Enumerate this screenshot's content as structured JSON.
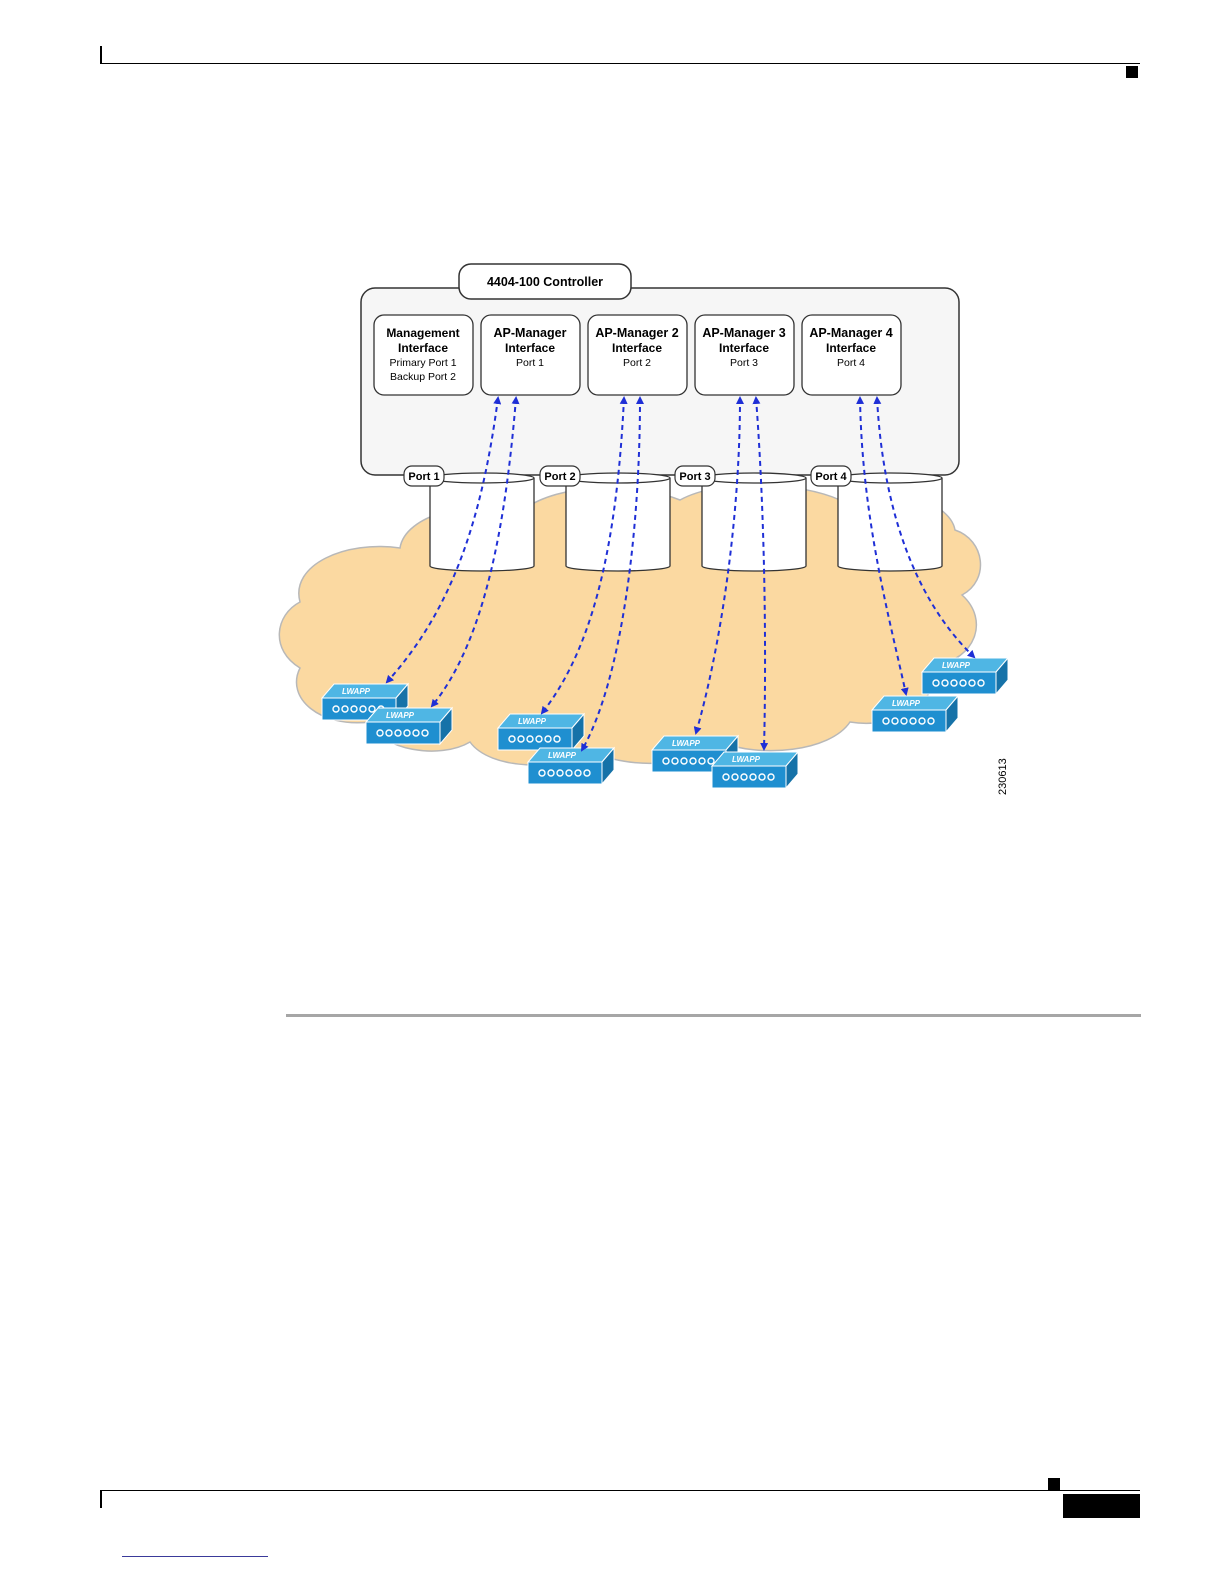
{
  "diagram": {
    "controller_label": "4404-100 Controller",
    "interfaces": [
      {
        "title_line1": "Management",
        "title_line2": "Interface",
        "sub_line1": "Primary Port 1",
        "sub_line2": "Backup Port 2"
      },
      {
        "title_line1": "AP-Manager",
        "title_line2": "Interface",
        "sub_line1": "Port 1",
        "sub_line2": ""
      },
      {
        "title_line1": "AP-Manager 2",
        "title_line2": "Interface",
        "sub_line1": "Port 2",
        "sub_line2": ""
      },
      {
        "title_line1": "AP-Manager 3",
        "title_line2": "Interface",
        "sub_line1": "Port 3",
        "sub_line2": ""
      },
      {
        "title_line1": "AP-Manager 4",
        "title_line2": "Interface",
        "sub_line1": "Port 4",
        "sub_line2": ""
      }
    ],
    "ports": [
      "Port 1",
      "Port 2",
      "Port 3",
      "Port 4"
    ],
    "figure_number": "230613",
    "colors": {
      "cloud_fill": "#fbd9a1",
      "arrow": "#1f2fd6",
      "device_front": "#1f8fd0",
      "device_top": "#4fb6e4",
      "device_side": "#1672a8",
      "box_stroke": "#333333",
      "controller_fill": "#f6f6f6"
    },
    "device_icon": "cisco-lightweight-access-point-icon"
  }
}
